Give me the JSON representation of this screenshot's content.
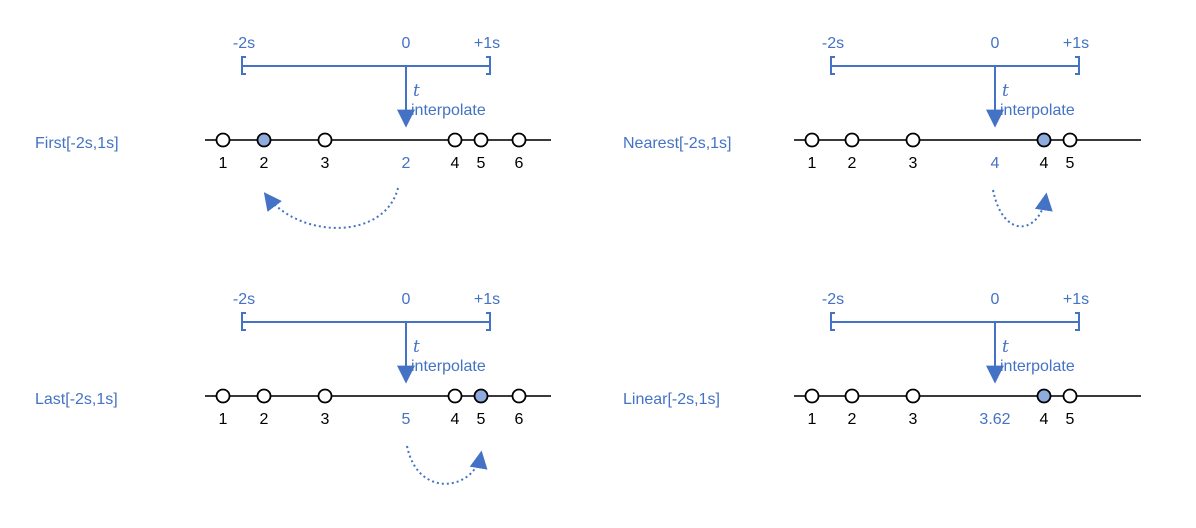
{
  "colors": {
    "accent": "#4472C4",
    "line": "#3a3a3a",
    "sample_fill": "#ffffff",
    "selected_fill": "#8FAADC"
  },
  "window_labels": {
    "left": "-2s",
    "center": "0",
    "right": "+1s"
  },
  "t_label": "t",
  "interpolate_label": "interpolate",
  "panels": [
    {
      "method": "First[-2s,1s]",
      "samples": [
        "1",
        "2",
        "3",
        "4",
        "5",
        "6"
      ],
      "selected_index": 1,
      "result": "2"
    },
    {
      "method": "Nearest[-2s,1s]",
      "samples": [
        "1",
        "2",
        "3",
        "4",
        "5"
      ],
      "selected_index": 3,
      "result": "4"
    },
    {
      "method": "Last[-2s,1s]",
      "samples": [
        "1",
        "2",
        "3",
        "4",
        "5",
        "6"
      ],
      "selected_index": 4,
      "result": "5"
    },
    {
      "method": "Linear[-2s,1s]",
      "samples": [
        "1",
        "2",
        "3",
        "4",
        "5"
      ],
      "selected_index": 3,
      "result": "3.62"
    }
  ]
}
